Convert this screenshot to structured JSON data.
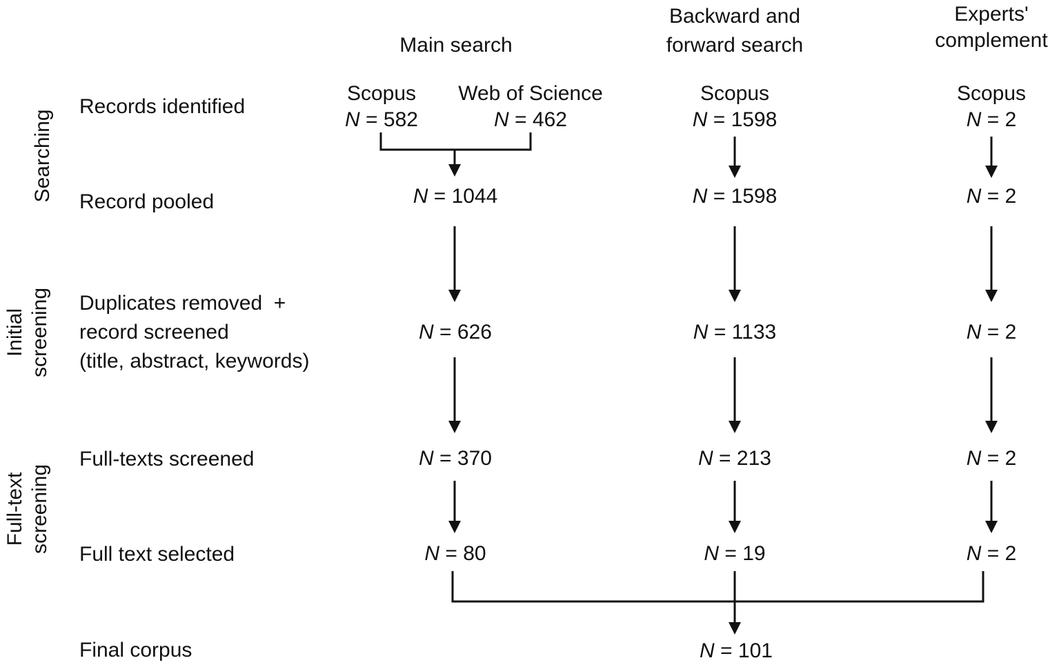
{
  "columns": {
    "main": "Main search",
    "backward_line1": "Backward and",
    "backward_line2": "forward search",
    "experts_line1": "Experts'",
    "experts_line2": "complement"
  },
  "phases": {
    "searching": "Searching",
    "initial_line1": "Initial",
    "initial_line2": "screening",
    "fulltext_line1": "Full-text",
    "fulltext_line2": "screening"
  },
  "rows": {
    "records_identified": "Records identified",
    "record_pooled": "Record pooled",
    "duplicates_line1": "Duplicates removed  +",
    "duplicates_line2": "record screened",
    "duplicates_line3": "(title, abstract, keywords)",
    "fulltexts_screened": "Full-texts screened",
    "fulltext_selected": "Full text selected",
    "final_corpus": "Final corpus"
  },
  "n_symbol": "N",
  "sources": {
    "main_scopus": {
      "label": "Scopus",
      "n": "= 582"
    },
    "main_wos": {
      "label": "Web of Science",
      "n": "= 462"
    },
    "backward_scopus": {
      "label": "Scopus",
      "n": "= 1598"
    },
    "experts_scopus": {
      "label": "Scopus",
      "n": "= 2"
    }
  },
  "counts": {
    "main": {
      "pooled": "= 1044",
      "screened": "= 626",
      "fulltext": "= 370",
      "selected": "= 80"
    },
    "backward": {
      "pooled": "= 1598",
      "screened": "= 1133",
      "fulltext": "= 213",
      "selected": "= 19"
    },
    "experts": {
      "pooled": "= 2",
      "screened": "= 2",
      "fulltext": "= 2",
      "selected": "= 2"
    },
    "final": "= 101"
  }
}
